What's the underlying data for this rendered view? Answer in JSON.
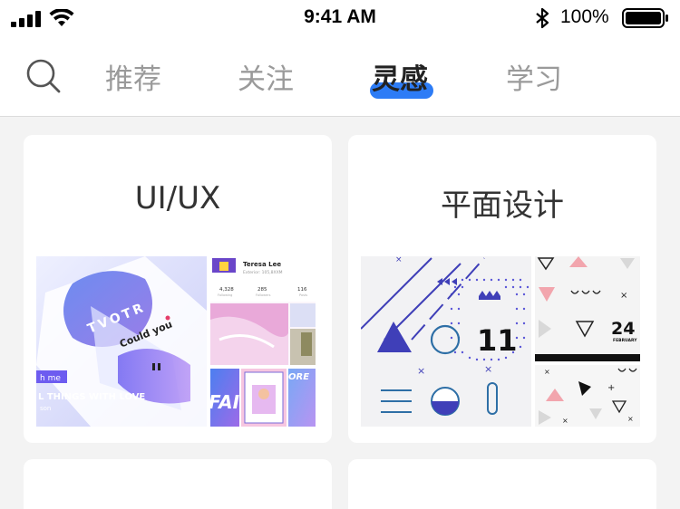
{
  "status_bar": {
    "time": "9:41 AM",
    "battery_percent": "100%",
    "signal_icon": "cellular-signal-icon",
    "wifi_icon": "wifi-icon",
    "bluetooth_icon": "bluetooth-icon",
    "battery_icon": "battery-full-icon"
  },
  "nav": {
    "search_icon": "search-icon",
    "tabs": [
      {
        "label": "推荐",
        "active": false
      },
      {
        "label": "关注",
        "active": false
      },
      {
        "label": "灵感",
        "active": true
      },
      {
        "label": "学习",
        "active": false
      }
    ],
    "accent_color": "#2d7cf6"
  },
  "cards": [
    {
      "title": "UI/UX",
      "thumbs": {
        "main": {
          "brand": "TVOTR",
          "song": "Could you",
          "banner_tag": "h me",
          "banner_text": "L THINGS WITH LOVE",
          "banner_sub": "son"
        },
        "profile": {
          "name": "Teresa Lee",
          "subtitle": "Exterior: 105,8XXM",
          "stats": [
            "4,328",
            "285",
            "116"
          ],
          "stat_labels": [
            "Following",
            "Followers",
            "Posts"
          ]
        },
        "bottom": {
          "left_text": "FAI",
          "right_text": "ORE"
        }
      }
    },
    {
      "title": "平面设计",
      "thumbs": {
        "main": {
          "number": "11"
        },
        "side": {
          "number": "24",
          "month": "FEBRUARY"
        }
      }
    }
  ]
}
